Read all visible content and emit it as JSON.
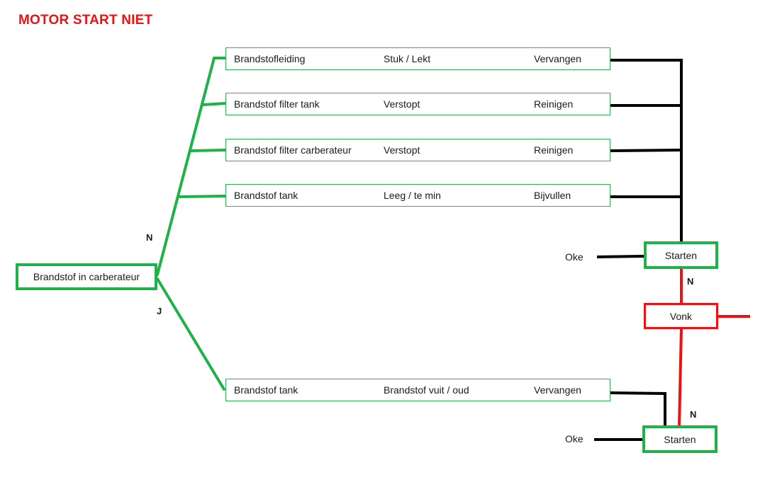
{
  "title": "MOTOR START NIET",
  "root": {
    "label": "Brandstof in carberateur"
  },
  "branch_labels": {
    "no": "N",
    "yes": "J"
  },
  "rows": [
    {
      "part": "Brandstofleiding",
      "problem": "Stuk / Lekt",
      "action": "Vervangen"
    },
    {
      "part": "Brandstof filter tank",
      "problem": "Verstopt",
      "action": "Reinigen"
    },
    {
      "part": "Brandstof filter carberateur",
      "problem": "Verstopt",
      "action": "Reinigen"
    },
    {
      "part": "Brandstof tank",
      "problem": "Leeg / te min",
      "action": "Bijvullen"
    },
    {
      "part": "Brandstof tank",
      "problem": "Brandstof vuit / oud",
      "action": "Vervangen"
    }
  ],
  "start_top": {
    "label": "Starten",
    "ok": "Oke",
    "no": "N"
  },
  "spark": {
    "label": "Vonk"
  },
  "start_bottom": {
    "label": "Starten",
    "ok": "Oke",
    "no": "N"
  },
  "colors": {
    "green": "#1fb14a",
    "red": "#ee1111",
    "black": "#000000"
  }
}
